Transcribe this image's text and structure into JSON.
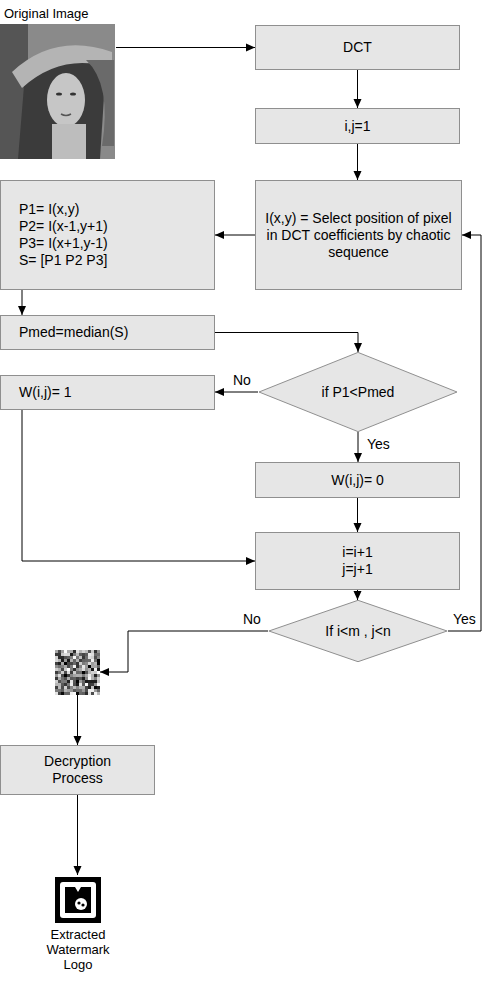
{
  "diagram": {
    "nodes": [
      {
        "text": [
          "Original Image"
        ]
      },
      {
        "text": [
          "DCT"
        ]
      },
      {
        "text": [
          "i,j=1"
        ]
      },
      {
        "text": [
          "I(x,y) = Select position of pixel in DCT coefficients by chaotic sequence"
        ]
      },
      {
        "text": [
          "P1= I(x,y)",
          "P2= I(x-1,y+1)",
          "P3= I(x+1,y-1)",
          "S= [P1 P2 P3]"
        ]
      },
      {
        "text": [
          "Pmed=median(S)"
        ]
      },
      {
        "text": [
          "if P1<Pmed"
        ]
      },
      {
        "text": [
          "W(i,j)= 1"
        ]
      },
      {
        "text": [
          "W(i,j)= 0"
        ]
      },
      {
        "text": [
          "i=i+1",
          "j=j+1"
        ]
      },
      {
        "text": [
          "If i<m , j<n"
        ]
      },
      {
        "text": [
          "Decryption Process"
        ]
      },
      {
        "text": [
          "Extracted Watermark Logo"
        ]
      }
    ],
    "edges": [
      {
        "from": 0,
        "to": 1,
        "arrow": "to"
      },
      {
        "from": 1,
        "to": 2,
        "arrow": "to"
      },
      {
        "from": 2,
        "to": 3,
        "arrow": "to"
      },
      {
        "from": 3,
        "to": 4,
        "arrow": "to"
      },
      {
        "from": 4,
        "to": 5,
        "arrow": "to"
      },
      {
        "from": 5,
        "to": 6,
        "arrow": "to"
      },
      {
        "from": 6,
        "to": 7,
        "label": "No",
        "arrow": "to"
      },
      {
        "from": 6,
        "to": 8,
        "label": "Yes",
        "arrow": "to"
      },
      {
        "from": 7,
        "to": 9,
        "arrow": "to"
      },
      {
        "from": 8,
        "to": 9,
        "arrow": "to"
      },
      {
        "from": 9,
        "to": 10,
        "arrow": "to"
      },
      {
        "from": 10,
        "to": 3,
        "label": "Yes",
        "arrow": "to"
      },
      {
        "from": 10,
        "to": 11,
        "label": "No",
        "arrow": "to"
      },
      {
        "from": 11,
        "to": 12,
        "arrow": "to"
      }
    ]
  }
}
